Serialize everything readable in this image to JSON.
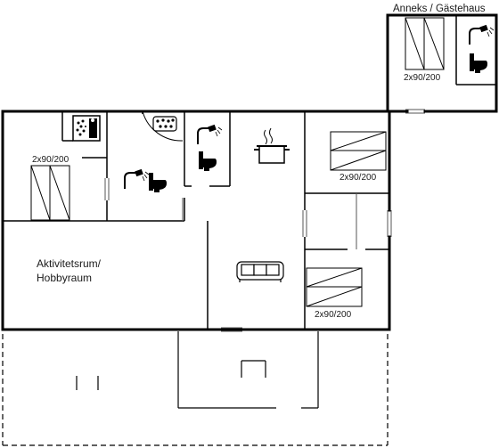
{
  "annex_label": "Anneks / Gästehaus",
  "activity_room_label_line1": "Aktivitetsrum/",
  "activity_room_label_line2": "Hobbyraum",
  "beds": {
    "annex": "2x90/200",
    "left": "2x90/200",
    "right_top": "2x90/200",
    "right_bottom": "2x90/200"
  },
  "icons": [
    "sauna-icon",
    "whirlpool-icon",
    "shower-icon",
    "toilet-icon",
    "cooking-pot-icon",
    "sofa-icon",
    "bed-icon"
  ],
  "colors": {
    "wall": "#000000",
    "line": "#222222",
    "background": "#ffffff"
  }
}
